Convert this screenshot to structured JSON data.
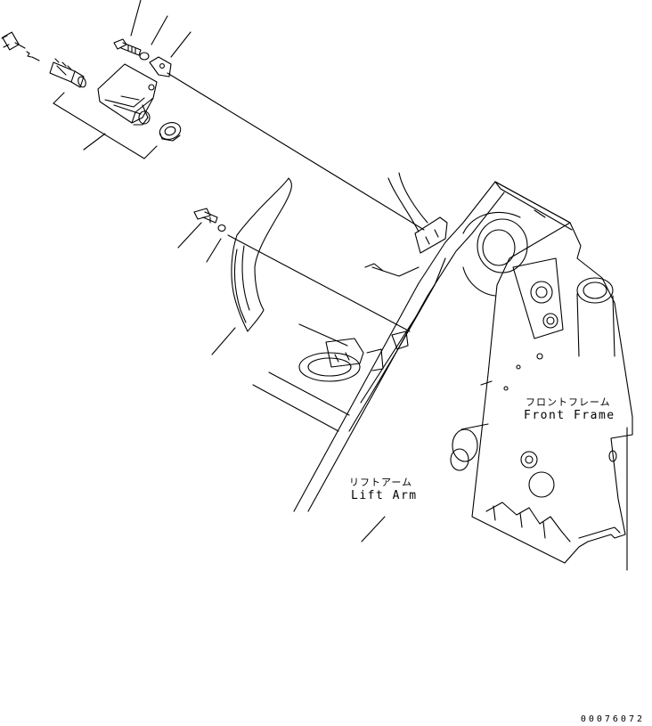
{
  "labels": {
    "front_frame_jp": "フロントフレーム",
    "front_frame_en": "Front Frame",
    "lift_arm_jp": "リフトアーム",
    "lift_arm_en": "Lift Arm"
  },
  "document_number": "00076072",
  "colors": {
    "line": "#000000",
    "background": "#ffffff"
  }
}
